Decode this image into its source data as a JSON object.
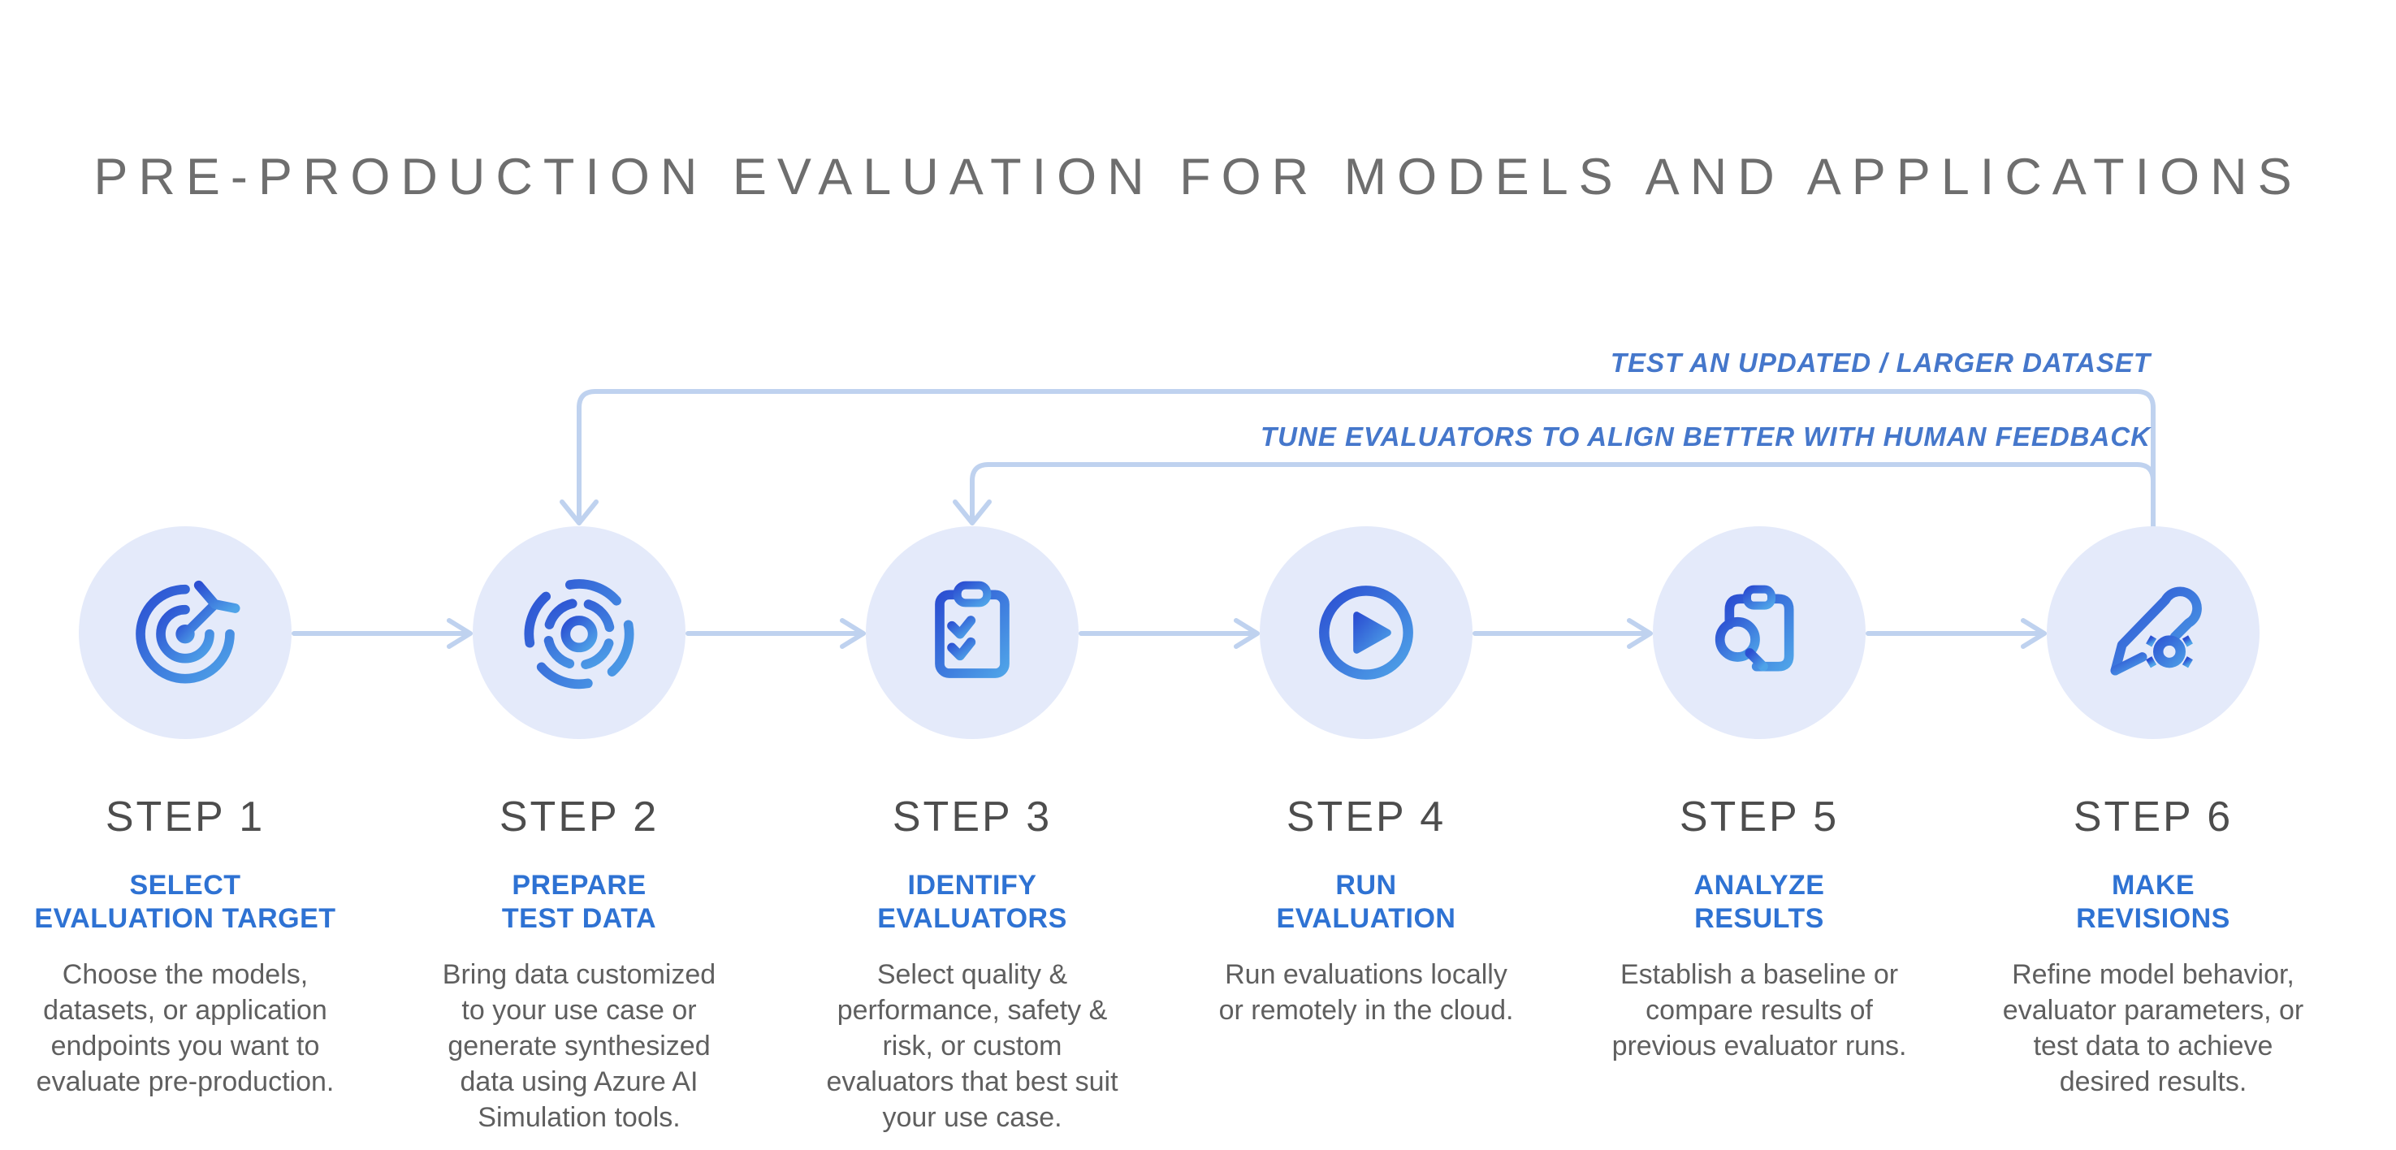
{
  "title": "PRE-PRODUCTION EVALUATION FOR MODELS AND APPLICATIONS",
  "feedback_loops": [
    {
      "label": "TEST AN UPDATED / LARGER DATASET",
      "from_step": "STEP 6",
      "to_step": "STEP 2"
    },
    {
      "label": "TUNE EVALUATORS TO ALIGN BETTER WITH HUMAN FEEDBACK",
      "from_step": "STEP 6",
      "to_step": "STEP 3"
    }
  ],
  "steps": [
    {
      "name": "STEP 1",
      "subtitle": "SELECT\nEVALUATION TARGET",
      "description": "Choose the models,\ndatasets, or application\nendpoints you want to\nevaluate pre-production.",
      "icon": "target-icon"
    },
    {
      "name": "STEP 2",
      "subtitle": "PREPARE\nTEST DATA",
      "description": "Bring data customized\nto your use case or\ngenerate synthesized\ndata using Azure AI\nSimulation tools.",
      "icon": "data-simulation-icon"
    },
    {
      "name": "STEP 3",
      "subtitle": "IDENTIFY\nEVALUATORS",
      "description": "Select quality &\nperformance, safety &\nrisk, or custom\nevaluators that best suit\nyour use case.",
      "icon": "checklist-clipboard-icon"
    },
    {
      "name": "STEP 4",
      "subtitle": "RUN\nEVALUATION",
      "description": "Run evaluations locally\nor remotely in the cloud.",
      "icon": "play-icon"
    },
    {
      "name": "STEP 5",
      "subtitle": "ANALYZE\nRESULTS",
      "description": "Establish a baseline or\ncompare results of\nprevious evaluator runs.",
      "icon": "clipboard-search-icon"
    },
    {
      "name": "STEP 6",
      "subtitle": "MAKE\nREVISIONS",
      "description": "Refine model behavior,\nevaluator parameters, or\ntest data to achieve\ndesired results.",
      "icon": "pencil-gear-icon"
    }
  ],
  "colors": {
    "accent_blue": "#2e72d3",
    "loop_label_blue": "#4577cb",
    "line_blue": "#bfd2ef",
    "circle_fill": "#e4eafa",
    "icon_gradient_start": "#2b4fd2",
    "icon_gradient_end": "#4fa3e8",
    "title_gray": "#6e6e6e",
    "step_name_gray": "#4d4d4d",
    "body_gray": "#5f5f5f"
  }
}
